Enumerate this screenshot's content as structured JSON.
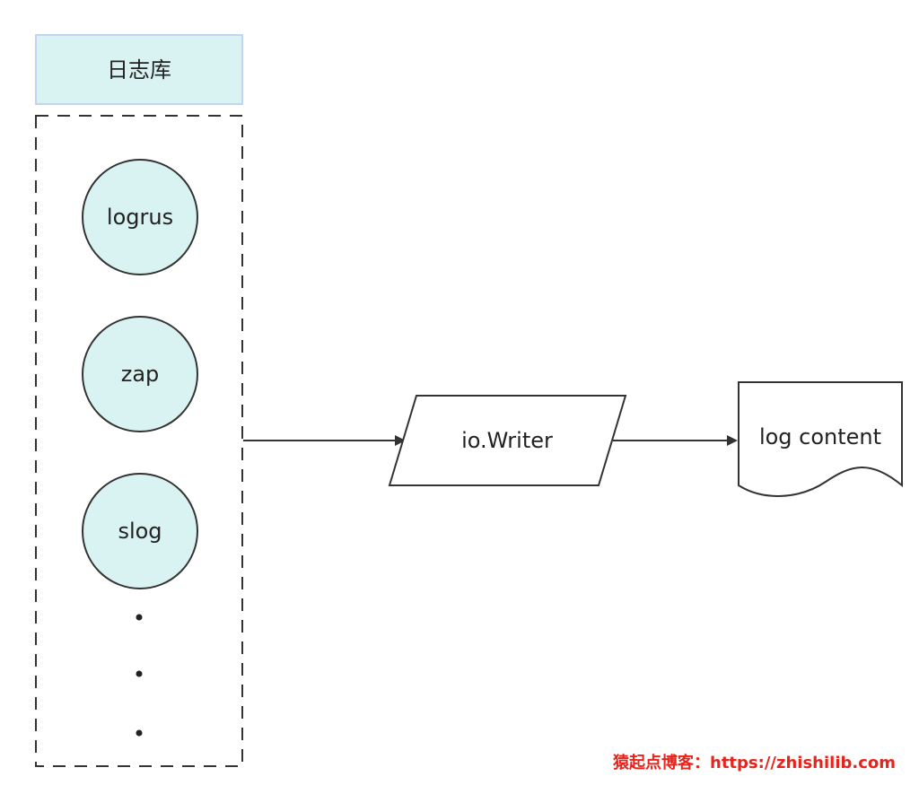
{
  "diagram": {
    "group": {
      "title": "日志库",
      "title_fill": "#d9f2f2",
      "title_border": "#c5d3f3"
    },
    "libraries": [
      {
        "label": "logrus"
      },
      {
        "label": "zap"
      },
      {
        "label": "slog"
      }
    ],
    "library_fill": "#d9f2f2",
    "writer": {
      "label": "io.Writer"
    },
    "output": {
      "label": "log content"
    },
    "watermark": "猿起点博客：https://zhishilib.com",
    "colors": {
      "stroke": "#333333",
      "watermark": "#e8231c"
    }
  }
}
